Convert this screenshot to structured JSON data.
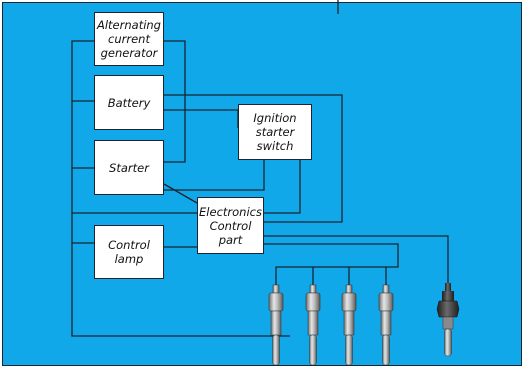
{
  "diagram": {
    "components": {
      "generator": "Alternating\ncurrent\ngenerator",
      "battery": "Battery",
      "starter": "Starter",
      "ignition": "Ignition\nstarter\nswitch",
      "electronics": "Electronics\nControl\npart",
      "lamp": "Control\nlamp"
    },
    "devices": {
      "glow_plug_count": 4,
      "sensor_count": 1
    },
    "colors": {
      "background": "#11a8e9",
      "box_fill": "#ffffff",
      "line": "#1b2430"
    }
  }
}
